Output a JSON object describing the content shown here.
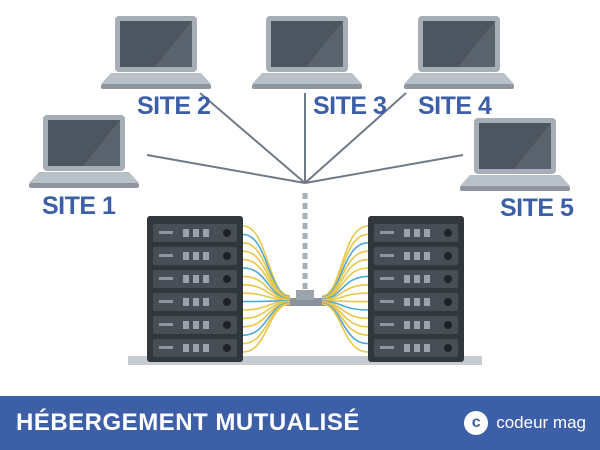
{
  "sites": [
    {
      "label": "SITE 1"
    },
    {
      "label": "SITE 2"
    },
    {
      "label": "SITE 3"
    },
    {
      "label": "SITE 4"
    },
    {
      "label": "SITE 5"
    }
  ],
  "footer": {
    "title": "HÉBERGEMENT MUTUALISÉ",
    "brand_logo": "c",
    "brand_name": "codeur mag"
  },
  "colors": {
    "accent": "#3d5fa8",
    "footer_bg": "#3d5fa8",
    "laptop_body": "#a6aeb8",
    "laptop_screen": "#4d5560",
    "server_body": "#32373d",
    "server_unit": "#484e55",
    "network_line": "#6e7a88",
    "cable_yellow": "#e8c64a",
    "cable_blue": "#4fa8d8"
  }
}
